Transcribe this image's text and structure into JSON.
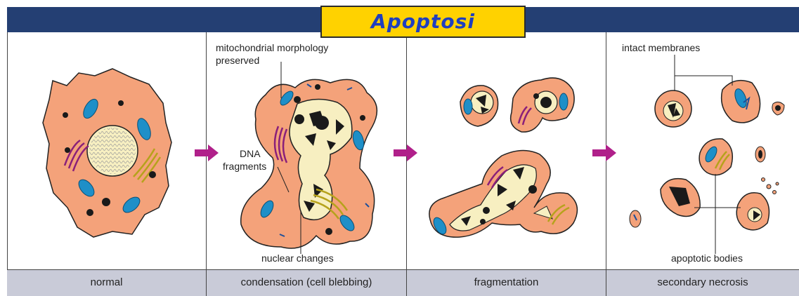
{
  "title": "Apoptosi",
  "panels": [
    {
      "caption": "normal"
    },
    {
      "caption": "condensation (cell blebbing)"
    },
    {
      "caption": "fragmentation"
    },
    {
      "caption": "secondary necrosis"
    }
  ],
  "labels": {
    "mito": "mitochondrial morphology",
    "mito2": "preserved",
    "dna": "DNA",
    "dna2": "fragments",
    "nuclear": "nuclear changes",
    "membranes": "intact membranes",
    "bodies": "apoptotic bodies"
  },
  "colors": {
    "bar": "#243f73",
    "title_bg": "#ffd200",
    "title_text": "#1f3fbf",
    "cell": "#f4a27a",
    "nucleus": "#f7efc1",
    "mitochondria": "#1e8fc8",
    "golgi_purple": "#8a1f7a",
    "golgi_yellow": "#e8d23a",
    "arrow": "#b0208a",
    "caption_bar": "#c9cbd8"
  }
}
